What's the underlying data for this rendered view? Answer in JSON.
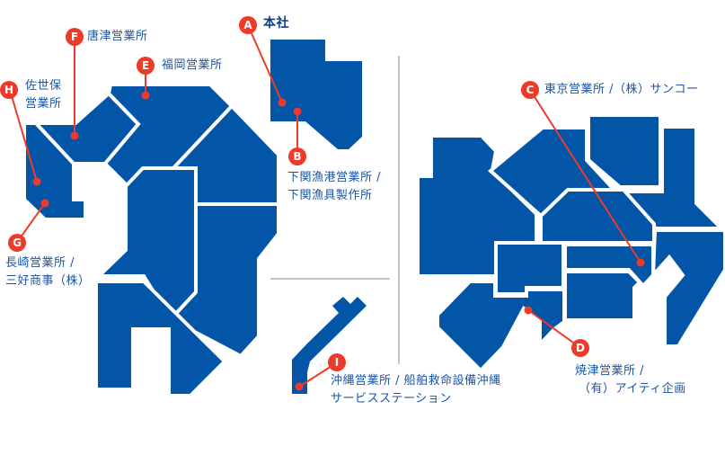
{
  "colors": {
    "region_fill": "#0355a8",
    "region_border": "#ffffff",
    "marker": "#ee3a2a",
    "label_text": "#1a54a4",
    "divider": "#a8b3c3"
  },
  "markers": [
    {
      "letter": "A",
      "name": "本社",
      "lines": [
        "本社"
      ]
    },
    {
      "letter": "B",
      "name": "下関漁港営業所 / 下関漁具製作所",
      "lines": [
        "下関漁港営業所 /",
        "下関漁具製作所"
      ]
    },
    {
      "letter": "C",
      "name": "東京営業所 / (株) サンコー",
      "lines": [
        "東京営業所 /（株）サンコー"
      ]
    },
    {
      "letter": "D",
      "name": "焼津営業所 / (有) アイティ企画",
      "lines": [
        "焼津営業所 /",
        "（有）アイティ企画"
      ]
    },
    {
      "letter": "E",
      "name": "福岡営業所",
      "lines": [
        "福岡営業所"
      ]
    },
    {
      "letter": "F",
      "name": "唐津営業所",
      "lines": [
        "唐津営業所"
      ]
    },
    {
      "letter": "G",
      "name": "長崎営業所 / 三好商事 (株)",
      "lines": [
        "長崎営業所 /",
        "三好商事（株）"
      ]
    },
    {
      "letter": "H",
      "name": "佐世保営業所",
      "lines": [
        "佐世保",
        "営業所"
      ]
    },
    {
      "letter": "I",
      "name": "沖縄営業所 / 船舶救命設備沖縄サービスステーション",
      "lines": [
        "沖縄営業所 / 船舶救命設備沖縄",
        "サービスステーション"
      ]
    }
  ]
}
